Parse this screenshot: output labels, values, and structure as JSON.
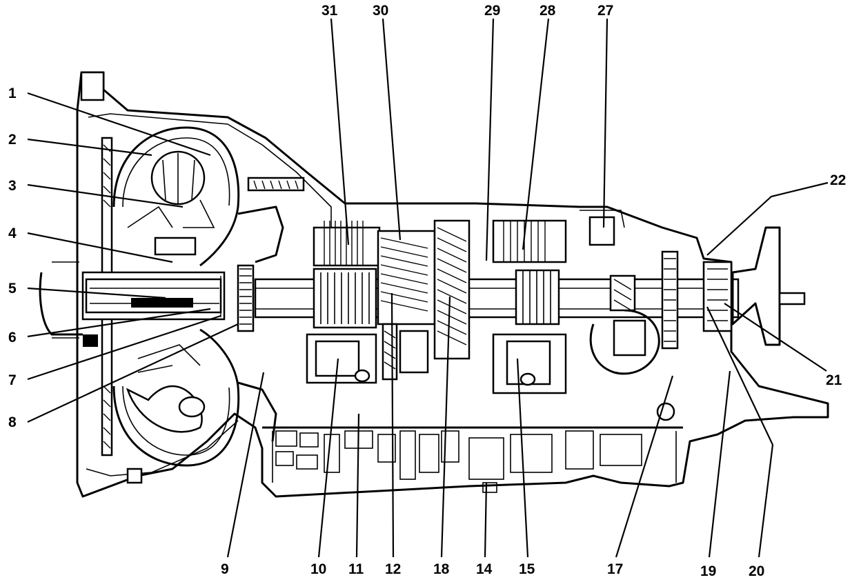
{
  "callouts": [
    {
      "id": "1",
      "text": "1"
    },
    {
      "id": "2",
      "text": "2"
    },
    {
      "id": "3",
      "text": "3"
    },
    {
      "id": "4",
      "text": "4"
    },
    {
      "id": "5",
      "text": "5"
    },
    {
      "id": "6",
      "text": "6"
    },
    {
      "id": "7",
      "text": "7"
    },
    {
      "id": "8",
      "text": "8"
    },
    {
      "id": "9",
      "text": "9"
    },
    {
      "id": "10",
      "text": "10"
    },
    {
      "id": "11",
      "text": "11"
    },
    {
      "id": "12",
      "text": "12"
    },
    {
      "id": "18",
      "text": "18"
    },
    {
      "id": "14",
      "text": "14"
    },
    {
      "id": "15",
      "text": "15"
    },
    {
      "id": "17",
      "text": "17"
    },
    {
      "id": "19",
      "text": "19"
    },
    {
      "id": "20",
      "text": "20"
    },
    {
      "id": "21",
      "text": "21"
    },
    {
      "id": "22",
      "text": "22"
    },
    {
      "id": "27",
      "text": "27"
    },
    {
      "id": "28",
      "text": "28"
    },
    {
      "id": "29",
      "text": "29"
    },
    {
      "id": "30",
      "text": "30"
    },
    {
      "id": "31",
      "text": "31"
    }
  ]
}
